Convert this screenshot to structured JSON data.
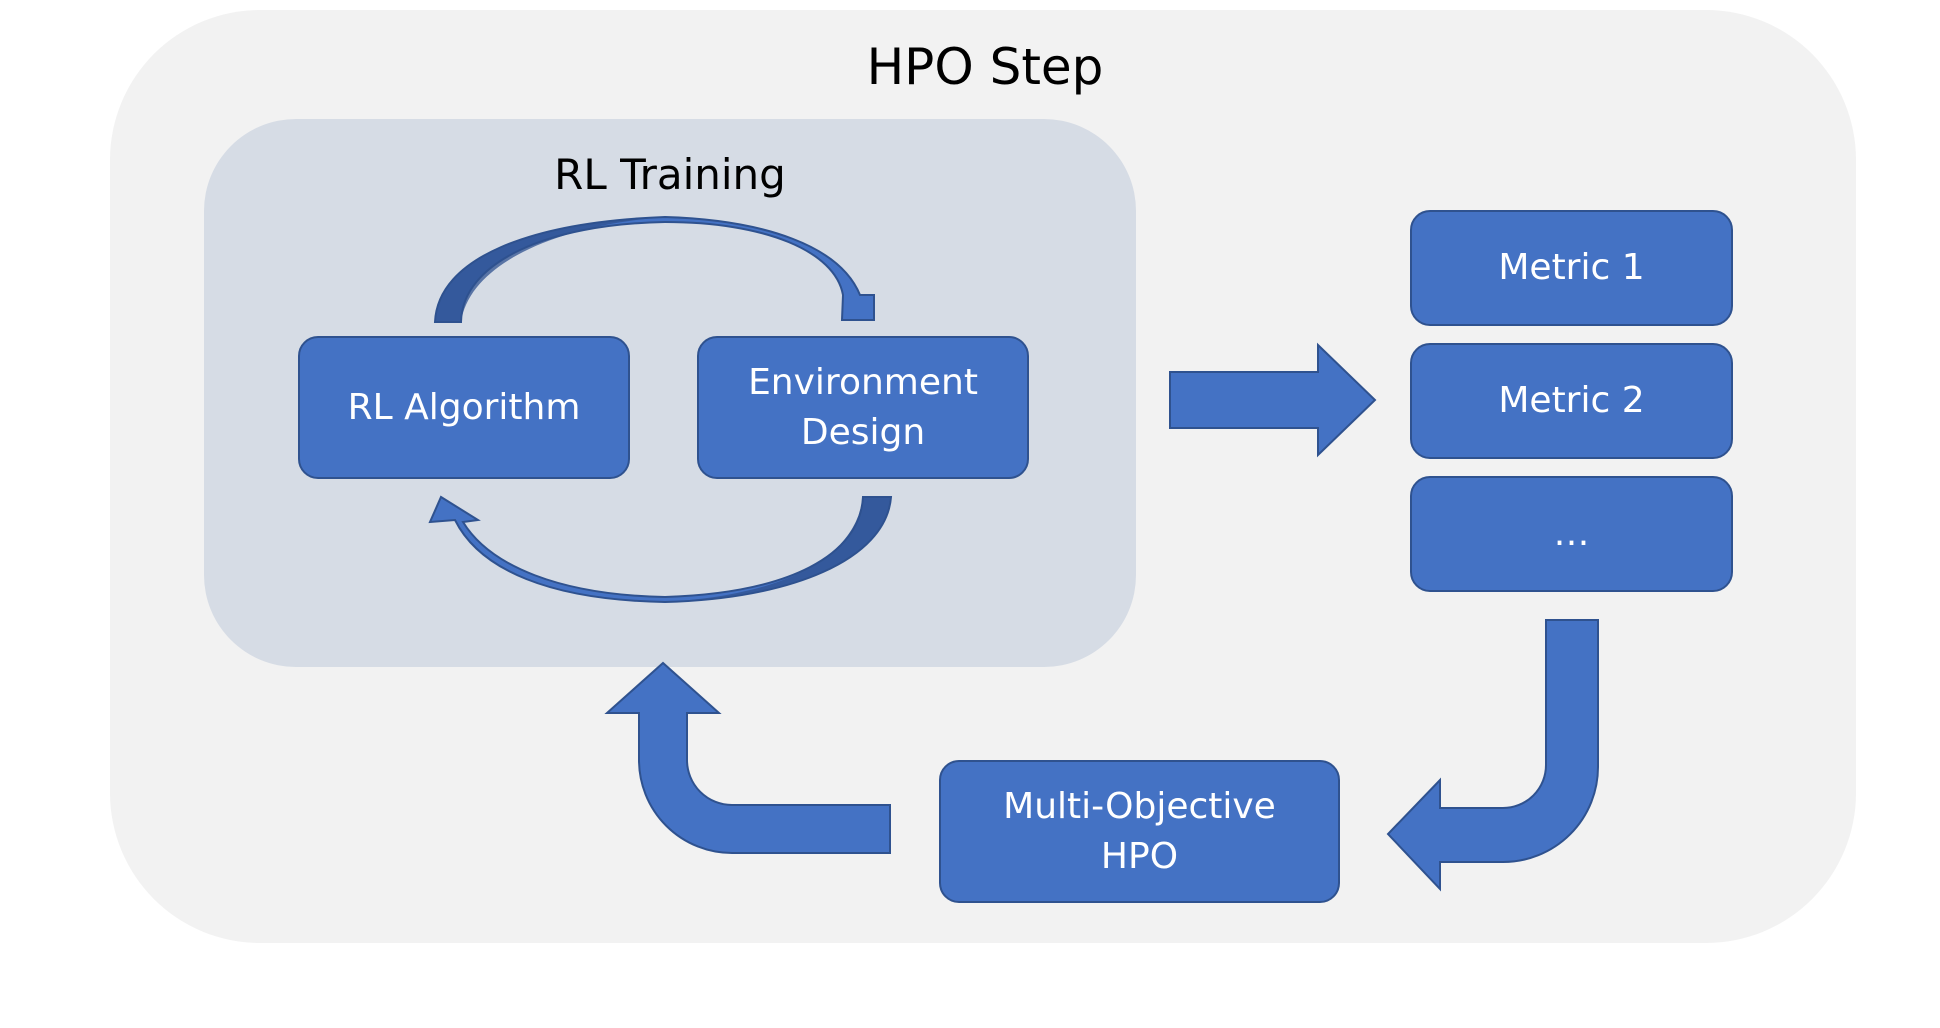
{
  "outer_panel": {
    "title": "HPO Step"
  },
  "inner_panel": {
    "title": "RL Training"
  },
  "boxes": {
    "rl_algorithm": "RL Algorithm",
    "environment_design": "Environment\nDesign",
    "metric_1": "Metric 1",
    "metric_2": "Metric 2",
    "metric_more": "…",
    "multi_objective_hpo": "Multi-Objective\nHPO"
  },
  "colors": {
    "outer_panel": "#f2f2f2",
    "inner_panel": "#d6dce5",
    "box_fill": "#4472c4",
    "box_border": "#2f528f",
    "arrow_fill": "#4472c4",
    "arrow_dark": "#2f528f",
    "text_dark": "#000000",
    "text_light": "#ffffff"
  }
}
